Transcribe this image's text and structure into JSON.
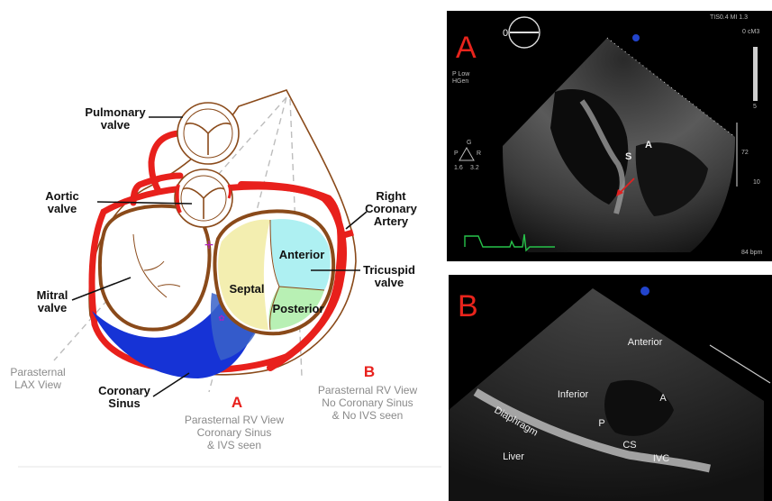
{
  "diagram": {
    "labels": {
      "pulmonary_1": "Pulmonary",
      "pulmonary_2": "valve",
      "aortic_1": "Aortic",
      "aortic_2": "valve",
      "mitral_1": "Mitral",
      "mitral_2": "valve",
      "coronary_sinus_1": "Coronary",
      "coronary_sinus_2": "Sinus",
      "rca_1": "Right",
      "rca_2": "Coronary",
      "rca_3": "Artery",
      "tricuspid_1": "Tricuspid",
      "tricuspid_2": "valve",
      "leaflet_septal": "Septal",
      "leaflet_anterior": "Anterior",
      "leaflet_posterior": "Posterior"
    },
    "views": {
      "lax_1": "Parasternal",
      "lax_2": "LAX View",
      "a_letter": "A",
      "a_1": "Parasternal RV View",
      "a_2": "Coronary Sinus",
      "a_3": "& IVS seen",
      "b_letter": "B",
      "b_1": "Parasternal RV View",
      "b_2": "No Coronary Sinus",
      "b_3": "& No IVS seen"
    },
    "colors": {
      "artery": "#e8201c",
      "sinus": "#1633d6",
      "septal": "#f3eeb0",
      "anterior": "#aef0f2",
      "posterior": "#b8f0b4",
      "outline": "#8a4a1a"
    }
  },
  "echo_a": {
    "panel_letter": "A",
    "header_right": "TIS0.4   MI 1.3",
    "depth_top": "0",
    "depth_unit": "cM3",
    "depth_5": "5",
    "depth_10": "10",
    "left_info_1": "P Low",
    "left_info_2": "HGen",
    "scale_zero": "0",
    "mode_letter": "G",
    "probe_p": "P",
    "probe_r": "R",
    "probe_v1": "1.6",
    "probe_v2": "3.2",
    "side_marker": "72",
    "label_s": "S",
    "label_a": "A",
    "heart_rate": "84 bpm"
  },
  "echo_b": {
    "panel_letter": "B",
    "labels": {
      "anterior": "Anterior",
      "inferior": "Inferior",
      "a": "A",
      "p": "P",
      "diaphragm": "Diaphragm",
      "cs": "CS",
      "liver": "Liver",
      "ivc": "IVC"
    }
  }
}
